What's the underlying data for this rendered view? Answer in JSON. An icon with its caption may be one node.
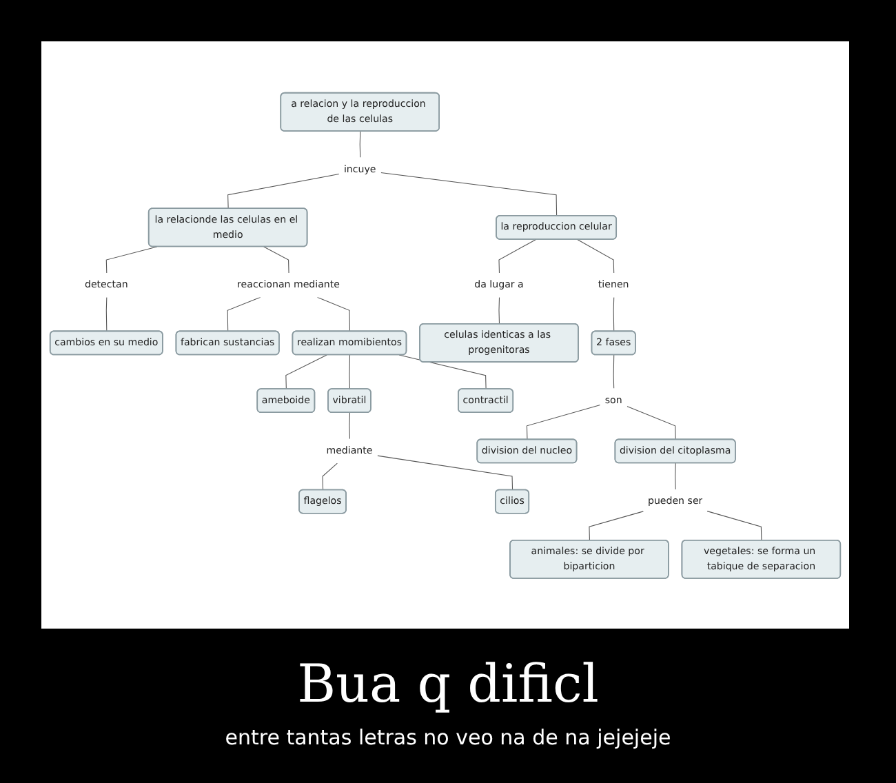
{
  "diagram": {
    "title": "Bua q dificl",
    "caption": "entre tantas letras no veo na de na jejejeje",
    "nodes": [
      {
        "text": [
          "a relacion y la reproduccion de las celulas"
        ]
      },
      {
        "text": [
          "incuye"
        ]
      },
      {
        "text": [
          "la relacionde las celulas en el medio"
        ]
      },
      {
        "text": [
          "la reproduccion celular"
        ]
      },
      {
        "text": [
          "detectan"
        ]
      },
      {
        "text": [
          "reaccionan mediante"
        ]
      },
      {
        "text": [
          "da lugar a"
        ]
      },
      {
        "text": [
          "tienen"
        ]
      },
      {
        "text": [
          "cambios en su medio"
        ]
      },
      {
        "text": [
          "fabrican sustancias"
        ]
      },
      {
        "text": [
          "realizan momibientos"
        ]
      },
      {
        "text": [
          "celulas identicas a las progenitoras"
        ]
      },
      {
        "text": [
          "2 fases"
        ]
      },
      {
        "text": [
          "son"
        ]
      },
      {
        "text": [
          "division del nucleo"
        ]
      },
      {
        "text": [
          "division del citoplasma"
        ]
      },
      {
        "text": [
          "ameboide"
        ]
      },
      {
        "text": [
          "contractil"
        ]
      },
      {
        "text": [
          "vibratil"
        ]
      },
      {
        "text": [
          "pueden ser"
        ]
      },
      {
        "text": [
          "mediante"
        ]
      },
      {
        "text": [
          "animales: se divide por biparticion"
        ]
      },
      {
        "text": [
          "vegetales: se forma un tabique de separacion"
        ]
      },
      {
        "text": [
          "flagelos"
        ]
      },
      {
        "text": [
          "cilios"
        ]
      }
    ],
    "edges": [
      {
        "from": 0,
        "to": 1,
        "arrow": "none"
      },
      {
        "from": 1,
        "to": 2,
        "arrow": "none"
      },
      {
        "from": 1,
        "to": 3,
        "arrow": "none"
      },
      {
        "from": 2,
        "to": 4,
        "arrow": "none"
      },
      {
        "from": 2,
        "to": 5,
        "arrow": "none"
      },
      {
        "from": 4,
        "to": 8,
        "arrow": "none"
      },
      {
        "from": 5,
        "to": 9,
        "arrow": "none"
      },
      {
        "from": 5,
        "to": 10,
        "arrow": "none"
      },
      {
        "from": 10,
        "to": 16,
        "arrow": "none"
      },
      {
        "from": 10,
        "to": 18,
        "arrow": "none"
      },
      {
        "from": 10,
        "to": 17,
        "arrow": "none"
      },
      {
        "from": 18,
        "to": 20,
        "arrow": "none"
      },
      {
        "from": 20,
        "to": 23,
        "arrow": "none"
      },
      {
        "from": 20,
        "to": 24,
        "arrow": "none"
      },
      {
        "from": 3,
        "to": 6,
        "arrow": "none"
      },
      {
        "from": 3,
        "to": 7,
        "arrow": "none"
      },
      {
        "from": 6,
        "to": 11,
        "arrow": "none"
      },
      {
        "from": 7,
        "to": 12,
        "arrow": "none"
      },
      {
        "from": 12,
        "to": 13,
        "arrow": "none"
      },
      {
        "from": 13,
        "to": 14,
        "arrow": "none"
      },
      {
        "from": 13,
        "to": 15,
        "arrow": "none"
      },
      {
        "from": 15,
        "to": 19,
        "arrow": "none"
      },
      {
        "from": 19,
        "to": 21,
        "arrow": "none"
      },
      {
        "from": 19,
        "to": 22,
        "arrow": "none"
      }
    ]
  }
}
